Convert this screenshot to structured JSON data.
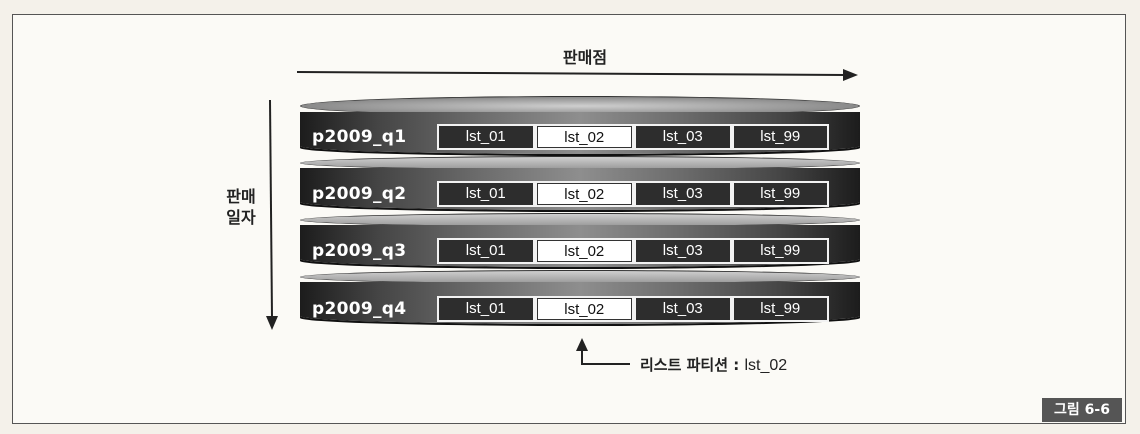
{
  "diagram": {
    "x_axis_label": "판매점",
    "y_axis_label_lines": [
      "판매",
      "일자"
    ],
    "rows": [
      {
        "label": "p2009_q1",
        "partitions": [
          "lst_01",
          "lst_02",
          "lst_03",
          "lst_99"
        ]
      },
      {
        "label": "p2009_q2",
        "partitions": [
          "lst_01",
          "lst_02",
          "lst_03",
          "lst_99"
        ]
      },
      {
        "label": "p2009_q3",
        "partitions": [
          "lst_01",
          "lst_02",
          "lst_03",
          "lst_99"
        ]
      },
      {
        "label": "p2009_q4",
        "partitions": [
          "lst_01",
          "lst_02",
          "lst_03",
          "lst_99"
        ]
      }
    ],
    "highlighted_partition": "lst_02",
    "callout_prefix": "리스트 파티션 : ",
    "callout_value": "lst_02",
    "figure_label": "그림 6-6"
  }
}
